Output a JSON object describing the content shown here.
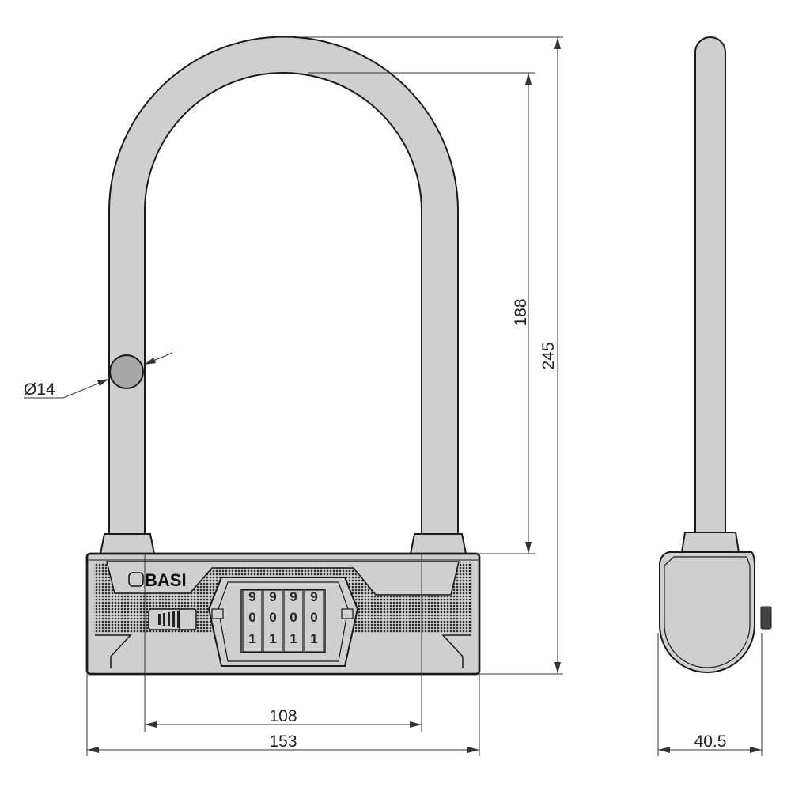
{
  "drawing": {
    "brand": "BASI",
    "dimensions": {
      "shackle_diameter": "Ø14",
      "inner_height": "188",
      "overall_height": "245",
      "inner_width": "108",
      "overall_width": "153",
      "depth": "40.5"
    },
    "dials": {
      "top_row": [
        "9",
        "9",
        "9",
        "9"
      ],
      "middle_row": [
        "0",
        "0",
        "0",
        "0"
      ],
      "bottom_row": [
        "1",
        "1",
        "1",
        "1"
      ]
    },
    "colors": {
      "body_fill": "#cfcfcf",
      "line": "#1a1a1a",
      "texture": "#333333"
    }
  }
}
